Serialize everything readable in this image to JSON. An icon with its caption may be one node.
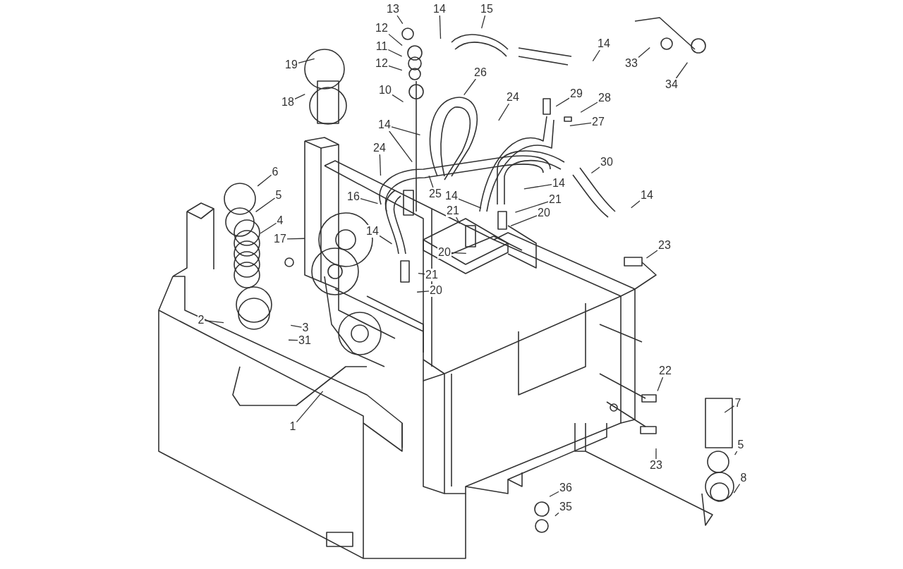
{
  "diagram": {
    "nodes": [
      {
        "text": [
          "13"
        ]
      },
      {
        "text": [
          "14"
        ]
      },
      {
        "text": [
          "15"
        ]
      },
      {
        "text": [
          "14"
        ]
      },
      {
        "text": [
          "33"
        ]
      },
      {
        "text": [
          "34"
        ]
      },
      {
        "text": [
          "12"
        ]
      },
      {
        "text": [
          "11"
        ]
      },
      {
        "text": [
          "12"
        ]
      },
      {
        "text": [
          "19"
        ]
      },
      {
        "text": [
          "10"
        ]
      },
      {
        "text": [
          "18"
        ]
      },
      {
        "text": [
          "26"
        ]
      },
      {
        "text": [
          "24"
        ]
      },
      {
        "text": [
          "29"
        ]
      },
      {
        "text": [
          "28"
        ]
      },
      {
        "text": [
          "27"
        ]
      },
      {
        "text": [
          "14"
        ]
      },
      {
        "text": [
          "24"
        ]
      },
      {
        "text": [
          "30"
        ]
      },
      {
        "text": [
          "6"
        ]
      },
      {
        "text": [
          "14"
        ]
      },
      {
        "text": [
          "25"
        ]
      },
      {
        "text": [
          "14"
        ]
      },
      {
        "text": [
          "14"
        ]
      },
      {
        "text": [
          "16"
        ]
      },
      {
        "text": [
          "5"
        ]
      },
      {
        "text": [
          "21"
        ]
      },
      {
        "text": [
          "21"
        ]
      },
      {
        "text": [
          "20"
        ]
      },
      {
        "text": [
          "4"
        ]
      },
      {
        "text": [
          "14"
        ]
      },
      {
        "text": [
          "17"
        ]
      },
      {
        "text": [
          "20"
        ]
      },
      {
        "text": [
          "23"
        ]
      },
      {
        "text": [
          "21"
        ]
      },
      {
        "text": [
          "20"
        ]
      },
      {
        "text": [
          "2"
        ]
      },
      {
        "text": [
          "3"
        ]
      },
      {
        "text": [
          "31"
        ]
      },
      {
        "text": [
          "1"
        ]
      },
      {
        "text": [
          "22"
        ]
      },
      {
        "text": [
          "7"
        ]
      },
      {
        "text": [
          "5"
        ]
      },
      {
        "text": [
          "23"
        ]
      },
      {
        "text": [
          "8"
        ]
      },
      {
        "text": [
          "36"
        ]
      },
      {
        "text": [
          "35"
        ]
      }
    ],
    "edges": [
      {
        "from": 0,
        "to": null,
        "arrow": "none"
      },
      {
        "from": 1,
        "to": null,
        "arrow": "none"
      },
      {
        "from": 2,
        "to": null,
        "arrow": "none"
      },
      {
        "from": 3,
        "to": null,
        "arrow": "none"
      },
      {
        "from": 4,
        "to": null,
        "arrow": "none"
      },
      {
        "from": 5,
        "to": null,
        "arrow": "none"
      },
      {
        "from": 6,
        "to": null,
        "arrow": "none"
      },
      {
        "from": 7,
        "to": null,
        "arrow": "none"
      },
      {
        "from": 8,
        "to": null,
        "arrow": "none"
      },
      {
        "from": 9,
        "to": null,
        "arrow": "none"
      },
      {
        "from": 10,
        "to": null,
        "arrow": "none"
      },
      {
        "from": 11,
        "to": null,
        "arrow": "none"
      },
      {
        "from": 12,
        "to": null,
        "arrow": "none"
      },
      {
        "from": 13,
        "to": null,
        "arrow": "none"
      },
      {
        "from": 14,
        "to": null,
        "arrow": "none"
      },
      {
        "from": 15,
        "to": null,
        "arrow": "none"
      },
      {
        "from": 16,
        "to": null,
        "arrow": "none"
      },
      {
        "from": 17,
        "to": null,
        "arrow": "none"
      },
      {
        "from": 17,
        "to": null,
        "arrow": "none"
      },
      {
        "from": 18,
        "to": null,
        "arrow": "none"
      },
      {
        "from": 19,
        "to": null,
        "arrow": "none"
      },
      {
        "from": 20,
        "to": null,
        "arrow": "none"
      },
      {
        "from": 21,
        "to": null,
        "arrow": "none"
      },
      {
        "from": 22,
        "to": null,
        "arrow": "none"
      },
      {
        "from": 23,
        "to": null,
        "arrow": "none"
      },
      {
        "from": 24,
        "to": null,
        "arrow": "none"
      },
      {
        "from": 25,
        "to": null,
        "arrow": "none"
      },
      {
        "from": 26,
        "to": null,
        "arrow": "none"
      },
      {
        "from": 27,
        "to": null,
        "arrow": "none"
      },
      {
        "from": 28,
        "to": null,
        "arrow": "none"
      },
      {
        "from": 29,
        "to": null,
        "arrow": "none"
      },
      {
        "from": 30,
        "to": null,
        "arrow": "none"
      },
      {
        "from": 31,
        "to": null,
        "arrow": "none"
      },
      {
        "from": 32,
        "to": null,
        "arrow": "none"
      },
      {
        "from": 33,
        "to": null,
        "arrow": "none"
      },
      {
        "from": 34,
        "to": null,
        "arrow": "none"
      },
      {
        "from": 35,
        "to": null,
        "arrow": "none"
      },
      {
        "from": 36,
        "to": null,
        "arrow": "none"
      },
      {
        "from": 37,
        "to": null,
        "arrow": "none"
      },
      {
        "from": 38,
        "to": null,
        "arrow": "none"
      },
      {
        "from": 39,
        "to": null,
        "arrow": "none"
      },
      {
        "from": 40,
        "to": null,
        "arrow": "none"
      },
      {
        "from": 41,
        "to": null,
        "arrow": "none"
      },
      {
        "from": 42,
        "to": null,
        "arrow": "none"
      },
      {
        "from": 43,
        "to": null,
        "arrow": "none"
      },
      {
        "from": 44,
        "to": null,
        "arrow": "none"
      },
      {
        "from": 45,
        "to": null,
        "arrow": "none"
      },
      {
        "from": 46,
        "to": null,
        "arrow": "none"
      },
      {
        "from": 47,
        "to": null,
        "arrow": "none"
      }
    ]
  }
}
